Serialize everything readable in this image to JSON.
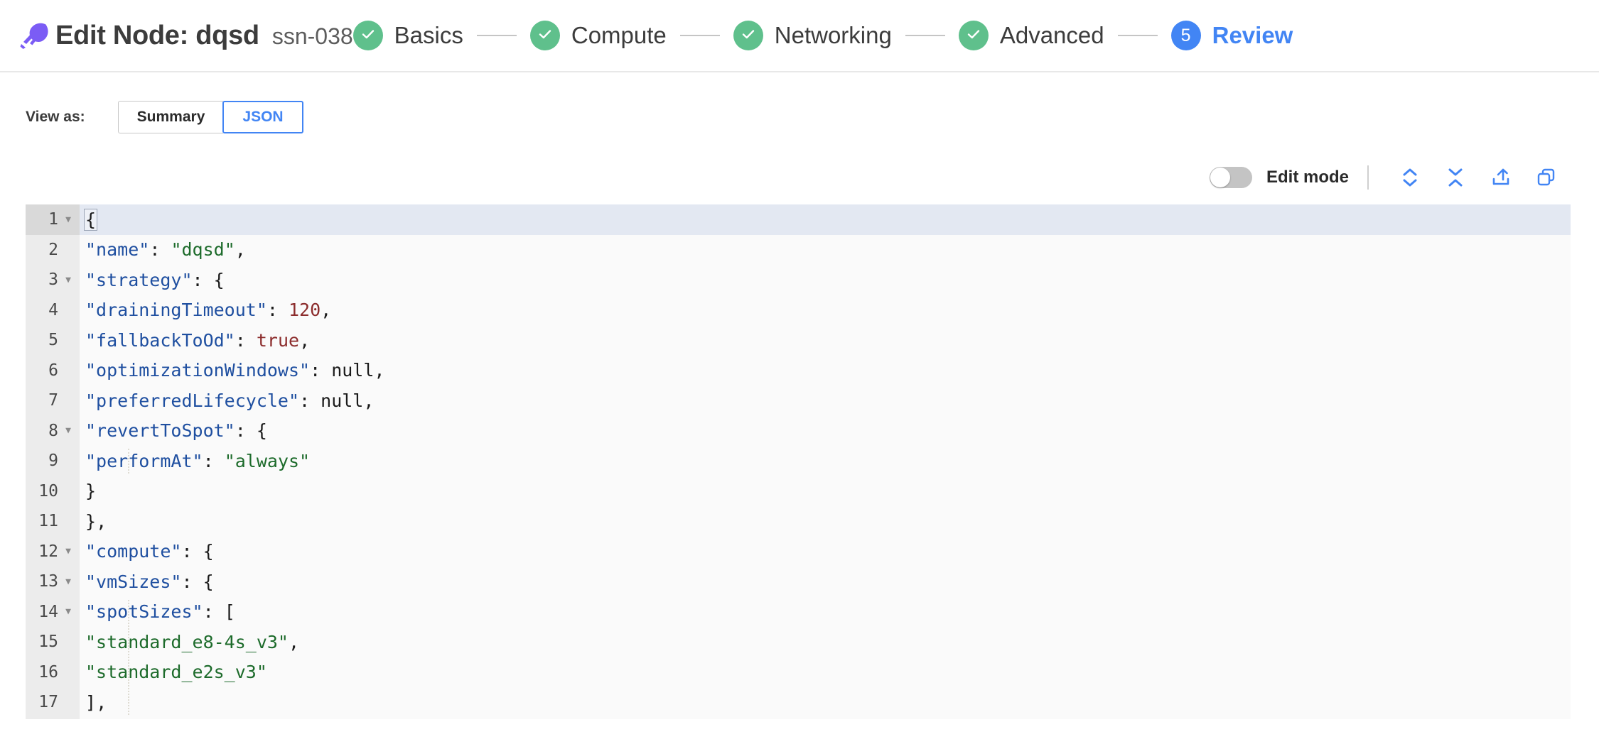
{
  "header": {
    "logo_icon": "rocket-logo-icon",
    "logo_color": "#7b5cf5",
    "title": "Edit Node: dqsd",
    "subtitle": "ssn-038",
    "stepper": {
      "steps": [
        {
          "number": "1",
          "label": "Basics",
          "state": "done",
          "icon": "check-icon"
        },
        {
          "number": "2",
          "label": "Compute",
          "state": "done",
          "icon": "check-icon"
        },
        {
          "number": "3",
          "label": "Networking",
          "state": "done",
          "icon": "check-icon"
        },
        {
          "number": "4",
          "label": "Advanced",
          "state": "done",
          "icon": "check-icon"
        },
        {
          "number": "5",
          "label": "Review",
          "state": "active",
          "icon": "number"
        }
      ],
      "done_color": "#5fc08c",
      "active_color": "#4285f4",
      "connector_color": "#c5c5c5"
    }
  },
  "view_as": {
    "label": "View as:",
    "options": [
      {
        "label": "Summary",
        "selected": false
      },
      {
        "label": "JSON",
        "selected": true
      }
    ]
  },
  "editor_toolbar": {
    "edit_mode_label": "Edit mode",
    "edit_mode_on": false,
    "icons": [
      {
        "name": "expand-all-icon",
        "title": "Expand all"
      },
      {
        "name": "collapse-all-icon",
        "title": "Collapse all"
      },
      {
        "name": "export-icon",
        "title": "Export"
      },
      {
        "name": "copy-icon",
        "title": "Copy"
      }
    ],
    "icon_color": "#4285f4"
  },
  "json_editor": {
    "current_line": 1,
    "gutter_bg": "#ececec",
    "editor_bg": "#fafafa",
    "highlight_bg": "#e3e8f2",
    "lines": [
      {
        "n": 1,
        "foldable": true,
        "text": "{"
      },
      {
        "n": 2,
        "foldable": false,
        "text": "  \"name\": \"dqsd\","
      },
      {
        "n": 3,
        "foldable": true,
        "text": "  \"strategy\": {"
      },
      {
        "n": 4,
        "foldable": false,
        "text": "    \"drainingTimeout\": 120,"
      },
      {
        "n": 5,
        "foldable": false,
        "text": "    \"fallbackToOd\": true,"
      },
      {
        "n": 6,
        "foldable": false,
        "text": "    \"optimizationWindows\": null,"
      },
      {
        "n": 7,
        "foldable": false,
        "text": "    \"preferredLifecycle\": null,"
      },
      {
        "n": 8,
        "foldable": true,
        "text": "    \"revertToSpot\": {"
      },
      {
        "n": 9,
        "foldable": false,
        "text": "      \"performAt\": \"always\""
      },
      {
        "n": 10,
        "foldable": false,
        "text": "    }"
      },
      {
        "n": 11,
        "foldable": false,
        "text": "  },"
      },
      {
        "n": 12,
        "foldable": true,
        "text": "  \"compute\": {"
      },
      {
        "n": 13,
        "foldable": true,
        "text": "    \"vmSizes\": {"
      },
      {
        "n": 14,
        "foldable": true,
        "text": "      \"spotSizes\": ["
      },
      {
        "n": 15,
        "foldable": false,
        "text": "        \"standard_e8-4s_v3\","
      },
      {
        "n": 16,
        "foldable": false,
        "text": "        \"standard_e2s_v3\""
      },
      {
        "n": 17,
        "foldable": false,
        "text": "      ],"
      }
    ]
  }
}
